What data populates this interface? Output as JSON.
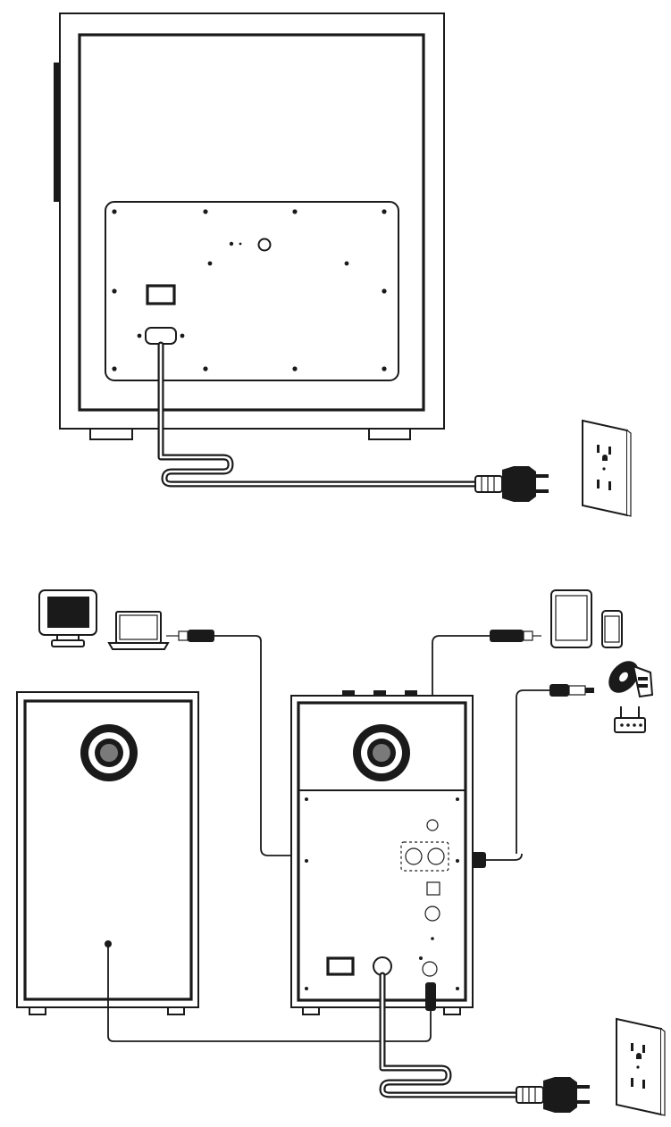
{
  "diagram": {
    "description_text": "",
    "colors": {
      "line": "#1a1a1a",
      "panel_fill": "#ffffff",
      "grey": "#7a7a7a",
      "light_grey": "#bdbdbd",
      "background": "#ffffff"
    },
    "sections": [
      {
        "name": "subwoofer-power-connection",
        "parts": [
          "subwoofer-rear",
          "power-cable",
          "power-plug",
          "wall-outlet"
        ]
      },
      {
        "name": "speaker-system-connection",
        "parts": [
          "desktop-monitor",
          "laptop",
          "aux-cable-computer",
          "tablet",
          "smartphone",
          "aux-cable-mobile",
          "optical-cable",
          "cd-player",
          "router",
          "passive-speaker",
          "active-speaker-rear",
          "speaker-wire",
          "power-cable-2",
          "wall-outlet-2"
        ]
      }
    ],
    "icons": [
      "monitor-icon",
      "laptop-icon",
      "tablet-icon",
      "smartphone-icon",
      "cd-disc-icon",
      "router-icon",
      "wall-outlet-icon",
      "power-plug-icon"
    ]
  }
}
